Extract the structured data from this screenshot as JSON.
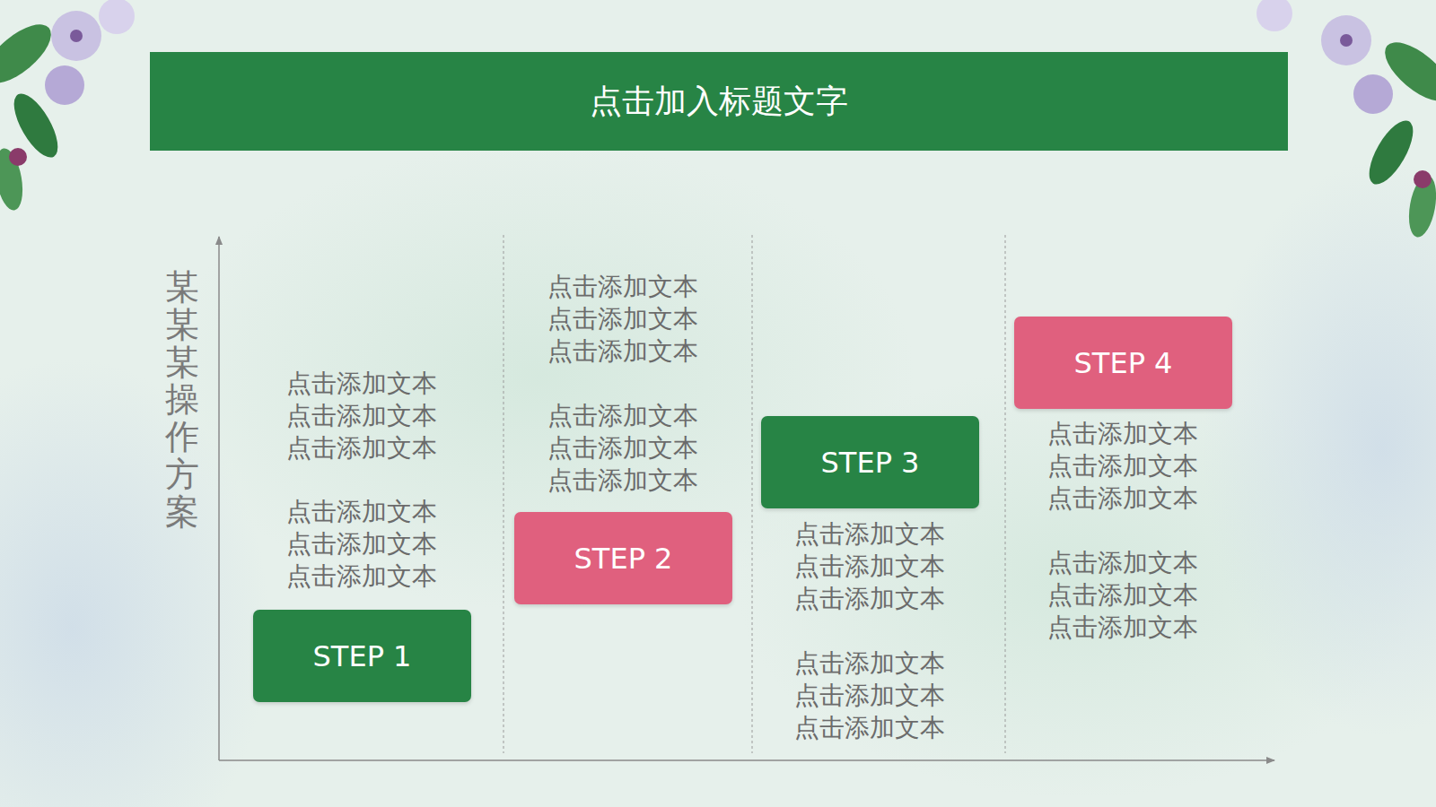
{
  "diagram": {
    "title": "点击加入标题文字",
    "nodes": [
      {
        "text": [
          "STEP 1"
        ]
      },
      {
        "text": [
          "STEP 2"
        ]
      },
      {
        "text": [
          "STEP 3"
        ]
      },
      {
        "text": [
          "STEP 4"
        ]
      }
    ],
    "labels": [
      "某某某操作方案",
      "点击添加文本 点击添加文本 点击添加文本",
      "点击添加文本 点击添加文本 点击添加文本",
      "点击添加文本 点击添加文本 点击添加文本",
      "点击添加文本 点击添加文本 点击添加文本",
      "点击添加文本 点击添加文本 点击添加文本",
      "点击添加文本 点击添加文本 点击添加文本",
      "点击添加文本 点击添加文本 点击添加文本",
      "点击添加文本 点击添加文本 点击添加文本"
    ]
  }
}
